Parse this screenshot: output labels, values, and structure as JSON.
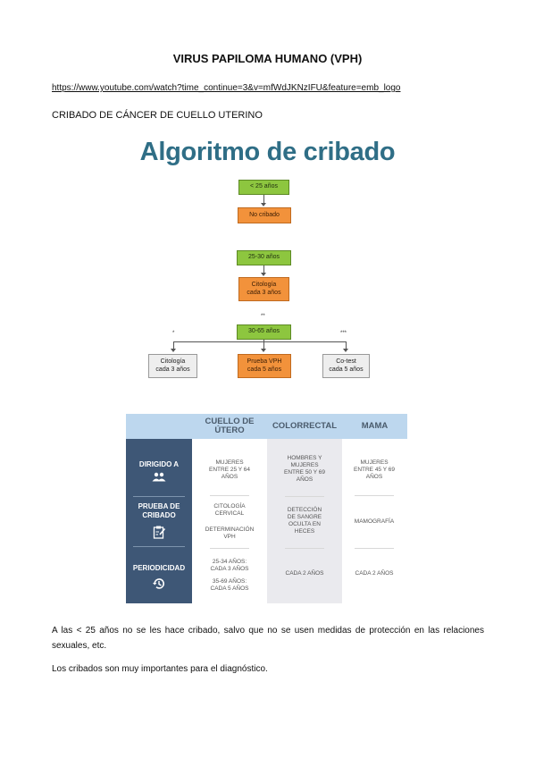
{
  "document": {
    "title": "VIRUS PAPILOMA HUMANO (VPH)",
    "link": "https://www.youtube.com/watch?time_continue=3&v=mfWdJKNzIFU&feature=emb_logo",
    "subtitle": "CRIBADO DE CÁNCER DE CUELLO UTERINO",
    "paragraph1": "A las < 25 años no se les hace cribado, salvo que no se usen medidas de protección en las relaciones sexuales, etc.",
    "paragraph2": "Los cribados son muy importantes para el diagnóstico."
  },
  "algorithm": {
    "title": "Algoritmo de cribado",
    "under25": "< 25 años",
    "no_cribado": "No cribado",
    "age_25_30": "25-30 años",
    "citologia_top": "Citología",
    "citologia_top_freq": "cada 3 años",
    "marker_double": "**",
    "age_30_65": "30-65 años",
    "marker_single": "*",
    "marker_triple": "***",
    "left_label": "Citología",
    "left_freq": "cada 3 años",
    "mid_label": "Prueba VPH",
    "mid_freq": "cada 5 años",
    "right_label": "Co-test",
    "right_freq": "cada 5 años",
    "colors": {
      "title": "#2f6e86",
      "green": "#8dc63f",
      "orange": "#f2923b",
      "grey": "#eeeeee"
    }
  },
  "table": {
    "headers": [
      "CUELLO DE ÚTERO",
      "COLORRECTAL",
      "MAMA"
    ],
    "rows": [
      {
        "label": "DIRIGIDO A",
        "icon": "people-icon",
        "cuello": "MUJERES ENTRE 25 Y 64 AÑOS",
        "colorrectal": "HOMBRES Y MUJERES ENTRE 50 Y 69 AÑOS",
        "mama": "MUJERES ENTRE 45 Y 69 AÑOS"
      },
      {
        "label": "PRUEBA DE CRIBADO",
        "icon": "clipboard-pen-icon",
        "cuello": "CITOLOGÍA CERVICAL",
        "cuello2": "DETERMINACIÓN VPH",
        "colorrectal": "DETECCIÓN DE SANGRE OCULTA EN HECES",
        "mama": "MAMOGRAFÍA"
      },
      {
        "label": "PERIODICIDAD",
        "icon": "history-icon",
        "cuello": "25-34 AÑOS: CADA 3 AÑOS",
        "cuello2": "35-69 AÑOS: CADA 5 AÑOS",
        "colorrectal": "CADA 2 AÑOS",
        "mama": "CADA 2 AÑOS"
      }
    ],
    "colors": {
      "header": "#bdd7ee",
      "left": "#3e5776",
      "colorrectal_bg": "#eaeaee"
    }
  }
}
